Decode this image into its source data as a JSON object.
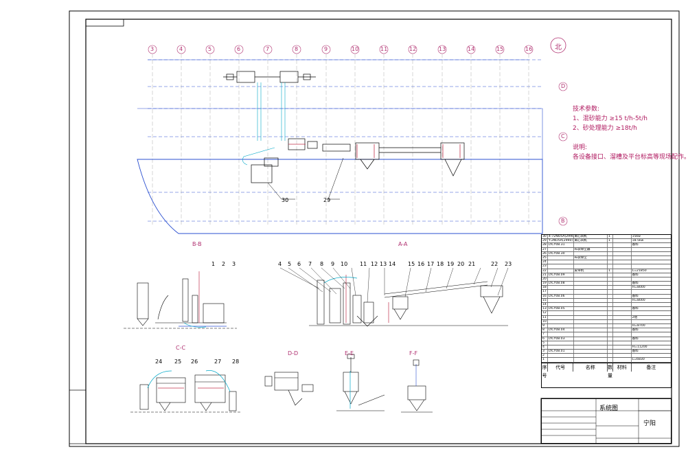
{
  "grid_axes": [
    "3",
    "4",
    "5",
    "6",
    "7",
    "8",
    "9",
    "10",
    "11",
    "12",
    "13",
    "14",
    "15",
    "16"
  ],
  "row_axes": [
    "D",
    "C",
    "B"
  ],
  "north_symbol": "北",
  "notes": {
    "params_title": "技术参数:",
    "param1": "1、混砂能力    ≥15 t/h-5t/h",
    "param2": "2、砂处理能力   ≥18t/h",
    "remarks_title": "说明:",
    "remark1": "各设备接口、溜槽及平台标高等现场配作。"
  },
  "view_labels": {
    "aa": "A-A",
    "bb": "B-B",
    "cc": "C-C",
    "dd": "D-D",
    "ee": "E-E",
    "ff": "F-F"
  },
  "callouts_plan": [
    "30",
    "29"
  ],
  "callouts_bb": [
    "1",
    "2",
    "3"
  ],
  "callouts_aa": [
    "4",
    "5",
    "6",
    "7",
    "8",
    "9",
    "10",
    "11",
    "12",
    "13",
    "14",
    "15",
    "16",
    "17",
    "18",
    "19",
    "20",
    "21",
    "22",
    "23"
  ],
  "callouts_cc": [
    "24",
    "25",
    "26",
    "27",
    "28"
  ],
  "bom": {
    "rows": [
      {
        "no": "30",
        "code": "4-72NO5A(2990)",
        "name": "离心风机",
        "qty": "1",
        "mat": "",
        "rem": "15kw"
      },
      {
        "no": "29",
        "code": "Y-2NO5A(2990)",
        "name": "离心风机",
        "qty": "1",
        "mat": "",
        "rem": "18.5kw"
      },
      {
        "no": "28",
        "code": "LYCY08.31",
        "name": "",
        "qty": "",
        "mat": "",
        "rem": "备料"
      },
      {
        "no": "27",
        "code": "",
        "name": "布袋除尘器",
        "qty": "",
        "mat": "",
        "rem": ""
      },
      {
        "no": "26",
        "code": "LYCY08.30",
        "name": "",
        "qty": "",
        "mat": "",
        "rem": ""
      },
      {
        "no": "25",
        "code": "",
        "name": "布袋除尘",
        "qty": "",
        "mat": "",
        "rem": ""
      },
      {
        "no": "24",
        "code": "",
        "name": "",
        "qty": "",
        "mat": "",
        "rem": ""
      },
      {
        "no": "23",
        "code": "",
        "name": "",
        "qty": "",
        "mat": "",
        "rem": ""
      },
      {
        "no": "22",
        "code": "",
        "name": "皮带机",
        "qty": "1",
        "mat": "",
        "rem": "L=21850"
      },
      {
        "no": "21",
        "code": "LYCY08.09",
        "name": "",
        "qty": "",
        "mat": "",
        "rem": "备料"
      },
      {
        "no": "20",
        "code": "",
        "name": "",
        "qty": "",
        "mat": "",
        "rem": ""
      },
      {
        "no": "19",
        "code": "LYCY08.08",
        "name": "",
        "qty": "",
        "mat": "",
        "rem": "备料"
      },
      {
        "no": "18",
        "code": "",
        "name": "",
        "qty": "",
        "mat": "",
        "rem": "H=8000"
      },
      {
        "no": "17",
        "code": "",
        "name": "",
        "qty": "",
        "mat": "",
        "rem": ""
      },
      {
        "no": "16",
        "code": "LYCY08.06",
        "name": "",
        "qty": "",
        "mat": "",
        "rem": "备料"
      },
      {
        "no": "15",
        "code": "",
        "name": "",
        "qty": "",
        "mat": "",
        "rem": "H=8000"
      },
      {
        "no": "14",
        "code": "",
        "name": "",
        "qty": "",
        "mat": "",
        "rem": ""
      },
      {
        "no": "13",
        "code": "LYCY08.05",
        "name": "",
        "qty": "",
        "mat": "",
        "rem": "备料"
      },
      {
        "no": "12",
        "code": "",
        "name": "",
        "qty": "",
        "mat": "",
        "rem": ""
      },
      {
        "no": "11",
        "code": "",
        "name": "",
        "qty": "",
        "mat": "",
        "rem": "2组"
      },
      {
        "no": "10",
        "code": "",
        "name": "",
        "qty": "",
        "mat": "",
        "rem": ""
      },
      {
        "no": "9",
        "code": "",
        "name": "",
        "qty": "",
        "mat": "",
        "rem": "H=8700"
      },
      {
        "no": "8",
        "code": "LYCY08.04",
        "name": "",
        "qty": "",
        "mat": "",
        "rem": "备料"
      },
      {
        "no": "7",
        "code": "",
        "name": "",
        "qty": "",
        "mat": "",
        "rem": ""
      },
      {
        "no": "6",
        "code": "LYCY08.03",
        "name": "",
        "qty": "",
        "mat": "",
        "rem": "备料"
      },
      {
        "no": "5",
        "code": "",
        "name": "",
        "qty": "",
        "mat": "",
        "rem": ""
      },
      {
        "no": "4",
        "code": "",
        "name": "",
        "qty": "",
        "mat": "",
        "rem": "H=11200"
      },
      {
        "no": "3",
        "code": "LYCY08.01",
        "name": "",
        "qty": "",
        "mat": "",
        "rem": "备料"
      },
      {
        "no": "2",
        "code": "",
        "name": "",
        "qty": "",
        "mat": "",
        "rem": ""
      },
      {
        "no": "1",
        "code": "",
        "name": "",
        "qty": "",
        "mat": "",
        "rem": "L=6830"
      }
    ],
    "header": {
      "no": "序号",
      "code": "代号",
      "name": "名称",
      "qty": "数量",
      "mat": "材料",
      "rem": "备注"
    }
  },
  "title_block": {
    "drawing_name": "系统图",
    "place": "宁阳"
  }
}
